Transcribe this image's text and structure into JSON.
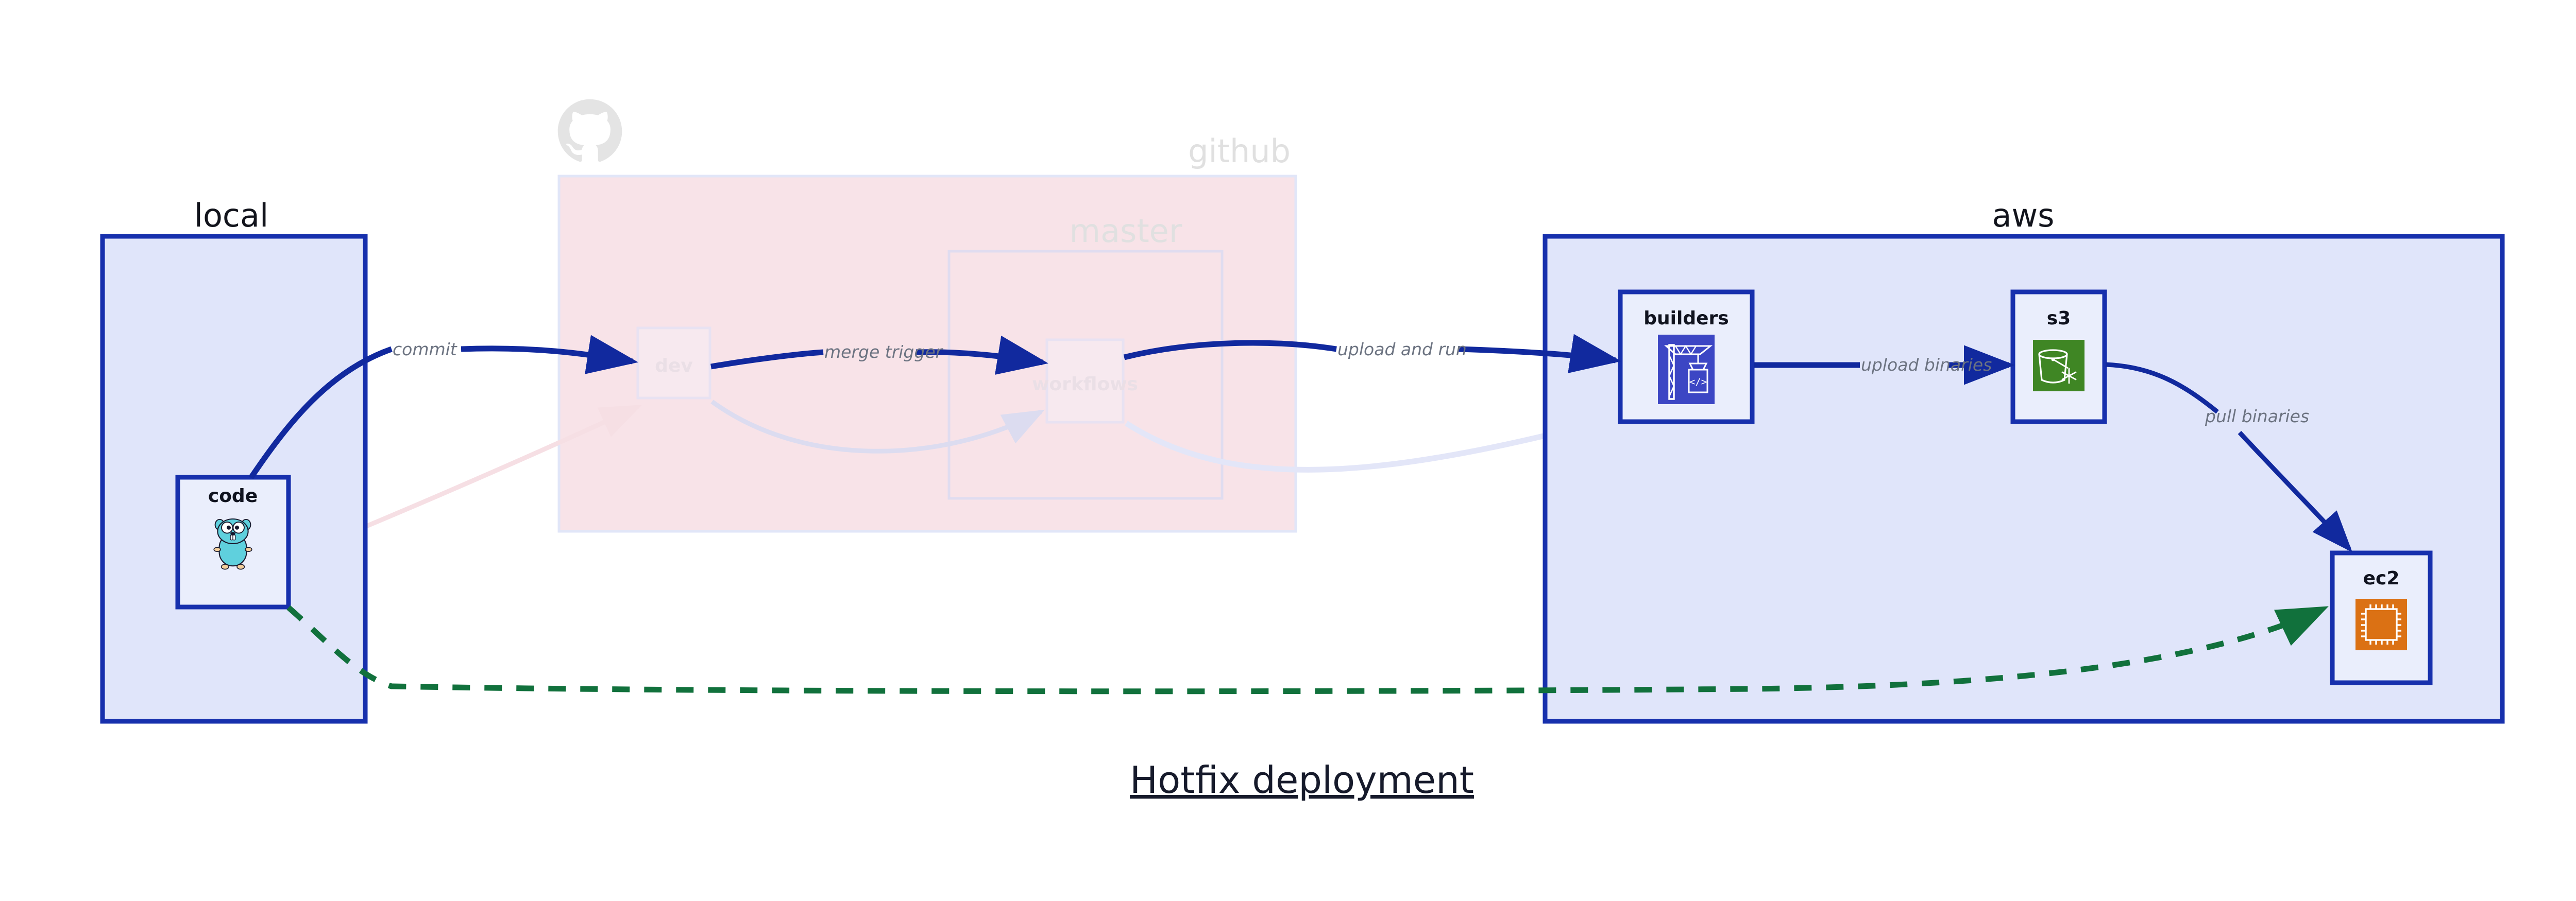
{
  "title": "Hotfix deployment",
  "colors": {
    "accent_blue": "#1730ad",
    "group_blue_fill": "#e0e5fa",
    "group_pink_fill": "#f8e3e8",
    "node_fill": "#eaeefc",
    "edge_blue": "#11299e",
    "edge_green": "#11713c",
    "label_gray": "#6c7381",
    "faded_gray": "#e4e4e4",
    "builders_icon_bg": "#3c46c4",
    "s3_icon_bg": "#3f8624",
    "ec2_icon_bg": "#db7114",
    "gopher_body": "#5fd0dd"
  },
  "groups": [
    {
      "id": "local",
      "label": "local",
      "faded": false,
      "nodes": [
        {
          "id": "code",
          "label": "code",
          "icon": "go-gopher-icon"
        }
      ]
    },
    {
      "id": "github",
      "label": "github",
      "faded": true,
      "logo": "github-octocat-icon",
      "nodes": [
        {
          "id": "dev",
          "label": "dev",
          "icon": "none"
        }
      ],
      "subgroups": [
        {
          "id": "master",
          "label": "master",
          "nodes": [
            {
              "id": "workflows",
              "label": "workflows",
              "icon": "none"
            }
          ]
        }
      ]
    },
    {
      "id": "aws",
      "label": "aws",
      "faded": false,
      "nodes": [
        {
          "id": "builders",
          "label": "builders",
          "icon": "crane-code-icon"
        },
        {
          "id": "s3",
          "label": "s3",
          "icon": "bucket-snowflake-icon"
        },
        {
          "id": "ec2",
          "label": "ec2",
          "icon": "cpu-chip-icon"
        }
      ]
    }
  ],
  "edges": [
    {
      "id": "commit",
      "label": "commit",
      "from": "code",
      "to": "dev",
      "style": "solid",
      "color": "#11299e",
      "emphasis": "strong"
    },
    {
      "id": "merge-trigger",
      "label": "merge trigger",
      "from": "dev",
      "to": "workflows",
      "style": "solid",
      "color": "#11299e",
      "emphasis": "strong"
    },
    {
      "id": "upload-and-run",
      "label": "upload and run",
      "from": "workflows",
      "to": "builders",
      "style": "solid",
      "color": "#11299e",
      "emphasis": "strong"
    },
    {
      "id": "upload-binaries",
      "label": "upload binaries",
      "from": "builders",
      "to": "s3",
      "style": "solid",
      "color": "#11299e",
      "emphasis": "strong"
    },
    {
      "id": "pull-binaries",
      "label": "pull binaries",
      "from": "s3",
      "to": "ec2",
      "style": "solid",
      "color": "#11299e",
      "emphasis": "strong"
    },
    {
      "id": "hotfix-direct",
      "label": "",
      "from": "code",
      "to": "ec2",
      "style": "dashed",
      "color": "#11713c",
      "emphasis": "strong"
    },
    {
      "id": "faded-code-dev",
      "label": "",
      "from": "code",
      "to": "dev",
      "style": "solid",
      "color": "#f6dfe4",
      "emphasis": "faded"
    },
    {
      "id": "faded-dev-workflows",
      "label": "",
      "from": "dev",
      "to": "workflows",
      "style": "solid",
      "color": "#dcdcf0",
      "emphasis": "faded"
    },
    {
      "id": "faded-workflows-builders",
      "label": "",
      "from": "workflows",
      "to": "builders",
      "style": "solid",
      "color": "#e3e6f8",
      "emphasis": "faded"
    }
  ]
}
